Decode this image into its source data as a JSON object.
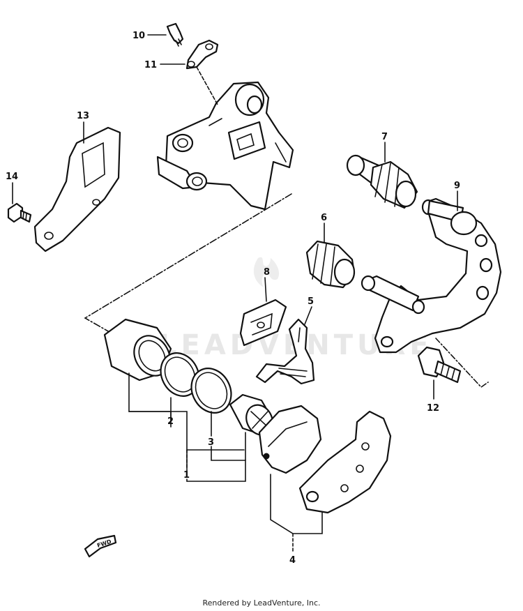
{
  "watermark": "LEADVENTURE",
  "footer": "Rendered by LeadVenture, Inc.",
  "fwd_label": "FWD",
  "callouts": {
    "c1": "1",
    "c2": "2",
    "c3": "3",
    "c4": "4",
    "c5": "5",
    "c6": "6",
    "c7": "7",
    "c8": "8",
    "c9": "9",
    "c10": "10",
    "c11": "11",
    "c12": "12",
    "c13": "13",
    "c14": "14"
  }
}
